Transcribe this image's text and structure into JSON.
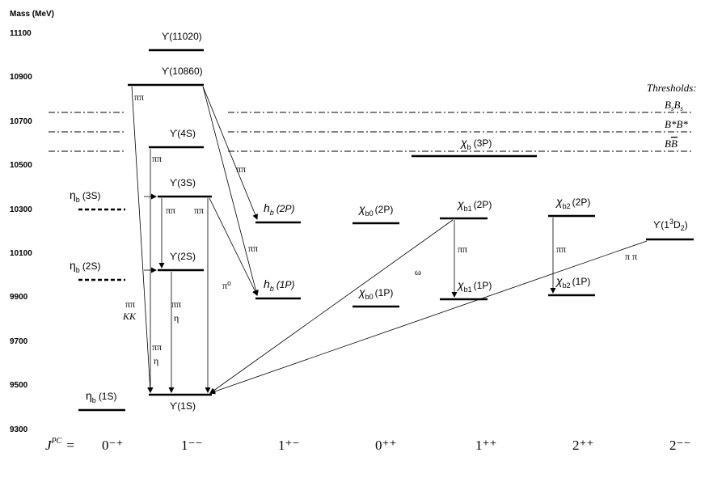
{
  "axis": {
    "title": "Mass (MeV)",
    "ticks": [
      "11100",
      "10900",
      "10700",
      "10500",
      "10300",
      "10100",
      "9900",
      "9700",
      "9500",
      "9300"
    ]
  },
  "jpc": {
    "prefix": "J",
    "sup": "PC",
    "eq": "=",
    "columns": [
      "0⁻⁺",
      "1⁻⁻",
      "1⁺⁻",
      "0⁺⁺",
      "1⁺⁺",
      "2⁺⁺",
      "2⁻⁻"
    ]
  },
  "thresholds": {
    "title": "Thresholds:",
    "items": [
      "BsBs",
      "B*B*",
      "BB̄"
    ]
  },
  "states": {
    "u11020": "ϒ(11020)",
    "u10860": "ϒ(10860)",
    "u4s": "ϒ(4S)",
    "u3s": "ϒ(3S)",
    "u2s": "ϒ(2S)",
    "u1s": "ϒ(1S)",
    "eta3s": "η",
    "eta3s_n": "(3S)",
    "eta2s": "η",
    "eta2s_n": "(2S)",
    "eta1s": "η",
    "eta1s_n": "(1S)",
    "hb2p": "h",
    "hb2p_n": "(2P)",
    "hb1p": "h",
    "hb1p_n": "(1P)",
    "chi_b0_2p": "χ",
    "chi_b0_2p_n": "(2P)",
    "chi_b0_1p": "χ",
    "chi_b0_1p_n": "(1P)",
    "chi_b3p": "χ",
    "chi_b3p_n": "(3P)",
    "chi_b1_2p": "χ",
    "chi_b1_2p_n": "(2P)",
    "chi_b1_1p": "χ",
    "chi_b1_1p_n": "(1P)",
    "chi_b2_2p": "χ",
    "chi_b2_2p_n": "(2P)",
    "chi_b2_1p": "χ",
    "chi_b2_1p_n": "(1P)",
    "u1d": "ϒ(1",
    "u1d_sup": "3",
    "u1d_tail": "D",
    "u1d_sub": "2",
    "u1d_end": ")",
    "sub_b": "b",
    "sub_b0": "b0",
    "sub_b1": "b1",
    "sub_b2": "b2"
  },
  "transitions": {
    "pipi": "ππ",
    "pipi_spaced": "π π",
    "kk": "KK",
    "eta": "η",
    "pi0": "π⁰",
    "omega": "ω"
  }
}
